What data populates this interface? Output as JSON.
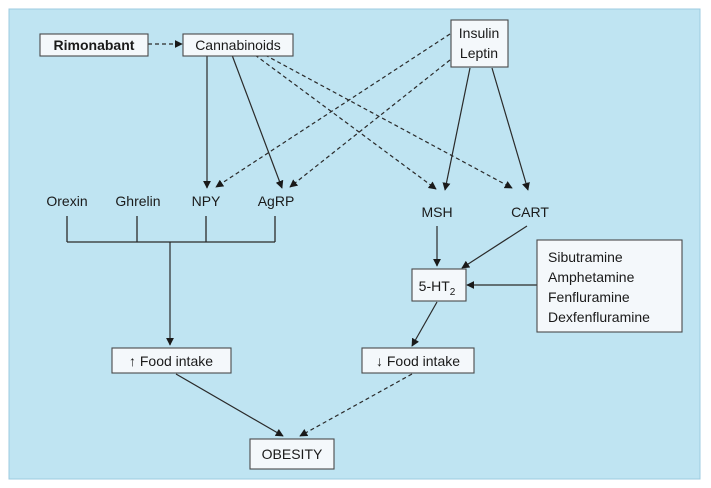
{
  "diagram": {
    "background_color": "#bfe4f2",
    "nodes": {
      "rimonabant": "Rimonabant",
      "cannabinoids": "Cannabinoids",
      "insulin": "Insulin",
      "leptin": "Leptin",
      "orexin": "Orexin",
      "ghrelin": "Ghrelin",
      "npy": "NPY",
      "agrp": "AgRP",
      "msh": "MSH",
      "cart": "CART",
      "ht2_main": "5-HT",
      "ht2_sub": "2",
      "drugs": [
        "Sibutramine",
        "Amphetamine",
        "Fenfluramine",
        "Dexfenfluramine"
      ],
      "food_intake_up": "↑ Food intake",
      "food_intake_down": "↓ Food intake",
      "obesity": "OBESITY"
    },
    "edges": [
      {
        "from": "Rimonabant",
        "to": "Cannabinoids",
        "style": "dashed"
      },
      {
        "from": "Cannabinoids",
        "to": "NPY",
        "style": "solid"
      },
      {
        "from": "Cannabinoids",
        "to": "AgRP",
        "style": "solid"
      },
      {
        "from": "Cannabinoids",
        "to": "MSH",
        "style": "dashed"
      },
      {
        "from": "Cannabinoids",
        "to": "CART",
        "style": "dashed"
      },
      {
        "from": "Insulin/Leptin",
        "to": "NPY",
        "style": "dashed"
      },
      {
        "from": "Insulin/Leptin",
        "to": "AgRP",
        "style": "dashed"
      },
      {
        "from": "Insulin/Leptin",
        "to": "MSH",
        "style": "solid"
      },
      {
        "from": "Insulin/Leptin",
        "to": "CART",
        "style": "solid"
      },
      {
        "from": "Orexin/Ghrelin/NPY/AgRP",
        "to": "↑ Food intake",
        "style": "solid"
      },
      {
        "from": "MSH",
        "to": "5-HT2",
        "style": "solid"
      },
      {
        "from": "CART",
        "to": "5-HT2",
        "style": "solid"
      },
      {
        "from": "Drugs",
        "to": "5-HT2",
        "style": "solid"
      },
      {
        "from": "5-HT2",
        "to": "↓ Food intake",
        "style": "solid"
      },
      {
        "from": "↑ Food intake",
        "to": "OBESITY",
        "style": "solid"
      },
      {
        "from": "↓ Food intake",
        "to": "OBESITY",
        "style": "dashed"
      }
    ]
  }
}
